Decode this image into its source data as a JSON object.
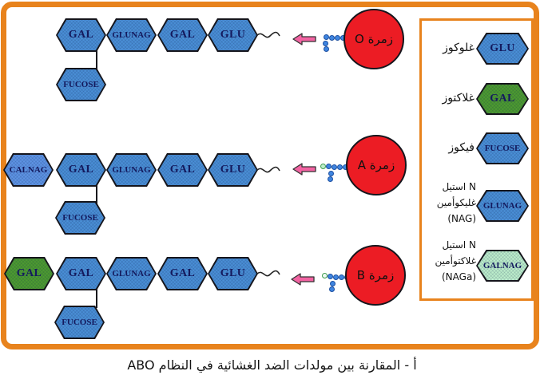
{
  "colors": {
    "frame_orange": "#e8831d",
    "hex_blue": "#4a8fd6",
    "hex_green": "#4d9b30",
    "hex_mint": "#bdeecb",
    "hex_cornflower": "#5e94e4",
    "hex_outline": "#15151c",
    "hex_label_navy": "#141a5e",
    "circle_red": "#ec1c24",
    "arrow_pink": "#f263a2",
    "dot_blue": "#3f85e0",
    "dot_mint": "#bdeecb"
  },
  "rows": [
    {
      "group": "O",
      "circle_label": "زمرة O",
      "leading": null,
      "chain": [
        "GAL",
        "GLUNAG",
        "GAL",
        "GLU"
      ],
      "branch": "FUCOSE"
    },
    {
      "group": "A",
      "circle_label": "زمرة A",
      "leading": "CALNAG",
      "chain": [
        "GAL",
        "GLUNAG",
        "GAL",
        "GLU"
      ],
      "branch": "FUCOSE"
    },
    {
      "group": "B",
      "circle_label": "زمرة B",
      "leading": "GAL",
      "chain": [
        "GAL",
        "GLUNAG",
        "GAL",
        "GLU"
      ],
      "branch": "FUCOSE"
    }
  ],
  "legend": {
    "items": [
      {
        "symbol": "GLU",
        "label": "غلوكوز"
      },
      {
        "symbol": "GAL",
        "label": "غلاكتوز"
      },
      {
        "symbol": "FUCOSE",
        "label": "فيكوز"
      },
      {
        "symbol": "GLUNAG",
        "label": "N استيل\nغليكوأمين\n(NAG)"
      },
      {
        "symbol": "GALNAG",
        "label": "N استيل\nغلاكتوأمين\n(NAGa)"
      }
    ]
  },
  "caption": "أ - المقارنة بين مولدات الضد الغشائية في النظام ABO"
}
